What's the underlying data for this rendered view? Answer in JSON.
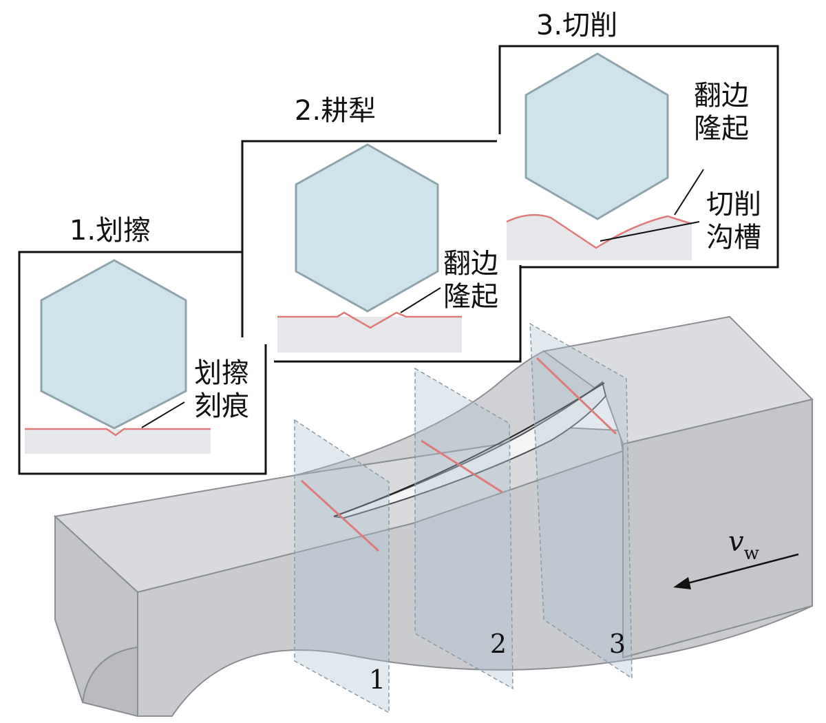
{
  "stages": [
    {
      "title": "1.划擦",
      "label_lines": [
        "划擦",
        "刻痕"
      ]
    },
    {
      "title": "2.耕犁",
      "label_lines": [
        "翻边",
        "隆起"
      ]
    },
    {
      "title": "3.切削",
      "label_top_lines": [
        "翻边",
        "隆起"
      ],
      "label_bottom_lines": [
        "切削",
        "沟槽"
      ]
    }
  ],
  "section_numbers": [
    "1",
    "2",
    "3"
  ],
  "velocity": {
    "symbol": "v",
    "subscript": "w"
  },
  "colors": {
    "grain_fill": "#cfe3ea",
    "grain_stroke": "#8fa3ad",
    "workpiece_fill": "#cdcfd3",
    "surface_line": "#e07a7a",
    "frame": "#111111"
  }
}
